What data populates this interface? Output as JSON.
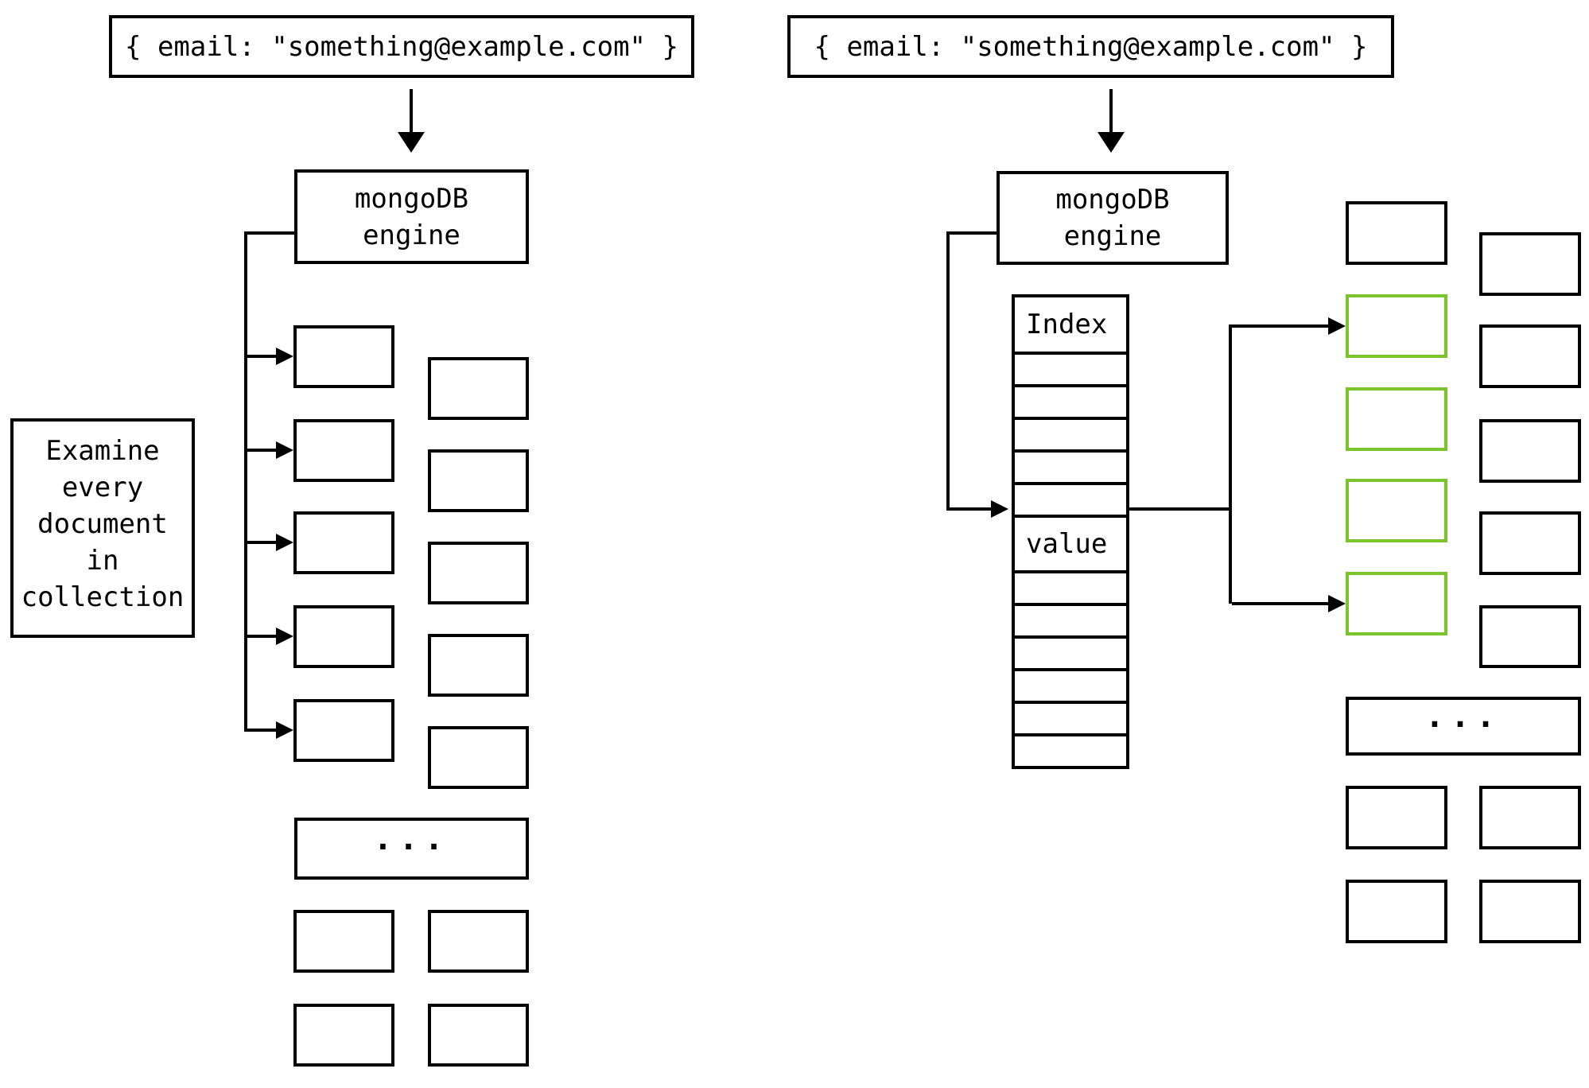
{
  "colors": {
    "highlight": "#7AC52C",
    "line": "#000000",
    "background": "#FFFFFF"
  },
  "left_flow": {
    "query": "{ email: \"something@example.com\" }",
    "engine_label": "mongoDB\nengine",
    "note": "Examine every document in collection",
    "ellipsis": "...",
    "document_columns": 2,
    "scanned_documents_with_arrows": 5
  },
  "right_flow": {
    "query": "{ email: \"something@example.com\" }",
    "engine_label": "mongoDB\nengine",
    "index_table": {
      "header": "Index",
      "rows_before_value": 5,
      "value_label": "value",
      "rows_after_value": 6
    },
    "ellipsis": "...",
    "matched_documents": 4
  }
}
